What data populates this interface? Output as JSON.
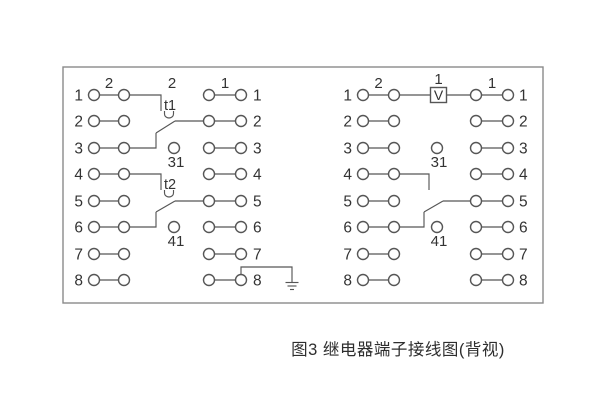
{
  "caption": "图3 继电器端子接线图(背视)",
  "colors": {
    "line": "#565656",
    "text": "#333333",
    "border": "#8a8a8a",
    "background": "#ffffff"
  },
  "blocks": [
    {
      "name": "left-terminal-block",
      "left_terminal_numbers": [
        "1",
        "2",
        "3",
        "4",
        "5",
        "6",
        "7",
        "8"
      ],
      "right_terminal_numbers": [
        "1",
        "2",
        "3",
        "4",
        "5",
        "6",
        "7",
        "8"
      ],
      "top_labels": [
        {
          "text": "2",
          "over": "pairA"
        },
        {
          "text": "2",
          "over": "contact"
        },
        {
          "text": "1",
          "over": "pairB"
        }
      ],
      "free_terminals": [
        {
          "label": "31",
          "row": 3
        },
        {
          "label": "41",
          "row": 6
        }
      ],
      "contacts": [
        {
          "label": "t1",
          "delay": true,
          "rows": [
            1,
            2,
            3
          ]
        },
        {
          "label": "t2",
          "delay": true,
          "rows": [
            4,
            5,
            6
          ]
        }
      ],
      "meter": null,
      "ground": {
        "row": 8
      }
    },
    {
      "name": "right-terminal-block",
      "left_terminal_numbers": [
        "1",
        "2",
        "3",
        "4",
        "5",
        "6",
        "7",
        "8"
      ],
      "right_terminal_numbers": [
        "1",
        "2",
        "3",
        "4",
        "5",
        "6",
        "7",
        "8"
      ],
      "top_labels": [
        {
          "text": "2",
          "over": "pairA"
        },
        {
          "text": "1",
          "over": "pairB"
        }
      ],
      "free_terminals": [
        {
          "label": "31",
          "row": 3
        },
        {
          "label": "41",
          "row": 6
        }
      ],
      "contacts": [
        {
          "label": "",
          "delay": false,
          "rows": [
            4,
            5,
            6
          ]
        }
      ],
      "meter": {
        "symbol": "V",
        "label": "1",
        "row": 1
      },
      "ground": null
    }
  ]
}
